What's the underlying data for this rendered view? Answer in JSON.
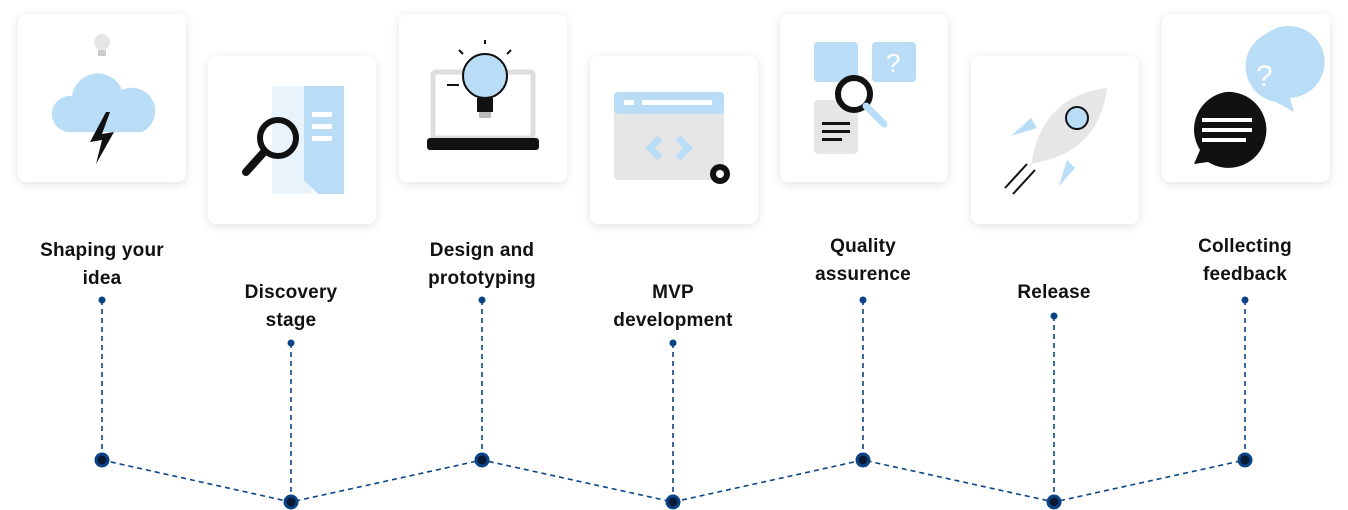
{
  "colors": {
    "line": "#0b4486",
    "node_inner": "#0a1a33",
    "accent_light": "#b9dcf7",
    "icon_gray": "#e6e6e6",
    "icon_dark": "#111111"
  },
  "steps": [
    {
      "label_line1": "Shaping your",
      "label_line2": "idea",
      "icon": "cloud-lightning-bulb-icon"
    },
    {
      "label_line1": "Discovery",
      "label_line2": "stage",
      "icon": "magnifier-document-icon"
    },
    {
      "label_line1": "Design and",
      "label_line2": "prototyping",
      "icon": "laptop-lightbulb-icon"
    },
    {
      "label_line1": "MVP",
      "label_line2": "development",
      "icon": "browser-code-gear-icon"
    },
    {
      "label_line1": "Quality",
      "label_line2": "assurence",
      "icon": "search-question-icon"
    },
    {
      "label_line1": "Release",
      "label_line2": "",
      "icon": "rocket-icon"
    },
    {
      "label_line1": "Collecting",
      "label_line2": "feedback",
      "icon": "chat-question-icon"
    }
  ]
}
